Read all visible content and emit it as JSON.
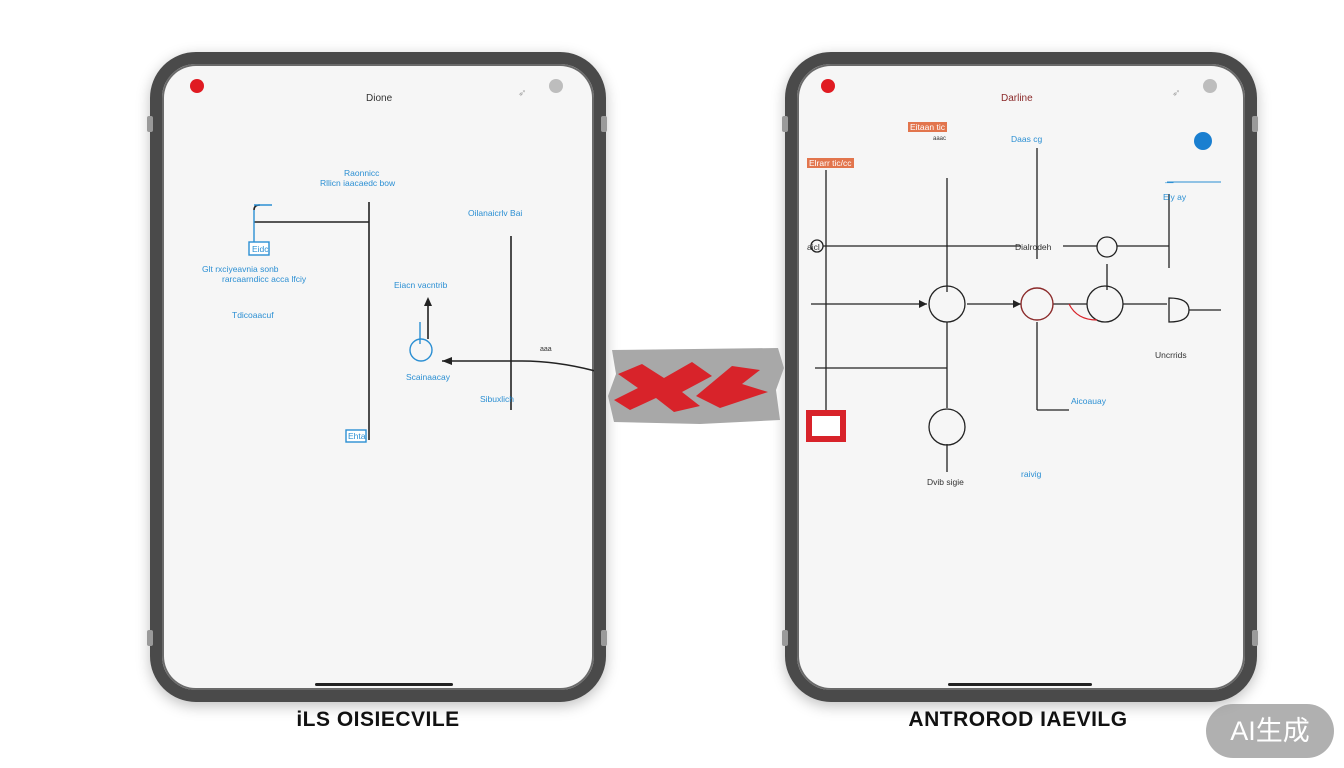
{
  "left_device": {
    "status_title": "Dione",
    "labels": {
      "top_label_1": "Raonnicc",
      "top_label_2": "Rllicn iaacaedc bow",
      "blue_tag": "Eidc",
      "side_label_1": "Glt rxciyeavnia sonb",
      "side_label_2": "rarcaarndicc acca  lfciy",
      "side_label_3": "Tdicoaacuf",
      "right_label": "Oilanaicrlv Bai",
      "mid_label": "Eiacn vacntrib",
      "circle_label": "Scainaacay",
      "bottom_right_label": "Sibuxlich",
      "bottom_tag": "Ehta"
    },
    "caption": "iLS OISIECVILE"
  },
  "right_device": {
    "status_title": "Darline",
    "labels": {
      "orange_tag": "Eitaan tic",
      "orange_tag_sub": "aaac",
      "left_tag": "Elrarr tic/cc",
      "top_label": "Daas cg",
      "side_top_1": "—",
      "side_top_2": "Eiy ay",
      "row1_left": "aicl",
      "row1_mid": "Dialrodeh",
      "right_label": "Uncrrids",
      "lower_right": "Aicoauay",
      "bottom_label_1": "Dvib sigie",
      "bottom_label_2": "raivig"
    },
    "caption": "ANTROROD IAEVILG"
  },
  "connector": {
    "marker_label": "aaa"
  },
  "badge": {
    "label": "AI生成"
  },
  "colors": {
    "accent_red": "#d8232a",
    "accent_blue": "#1a7fd0",
    "label_blue": "#2b8fd3",
    "frame": "#4a4a4a"
  }
}
